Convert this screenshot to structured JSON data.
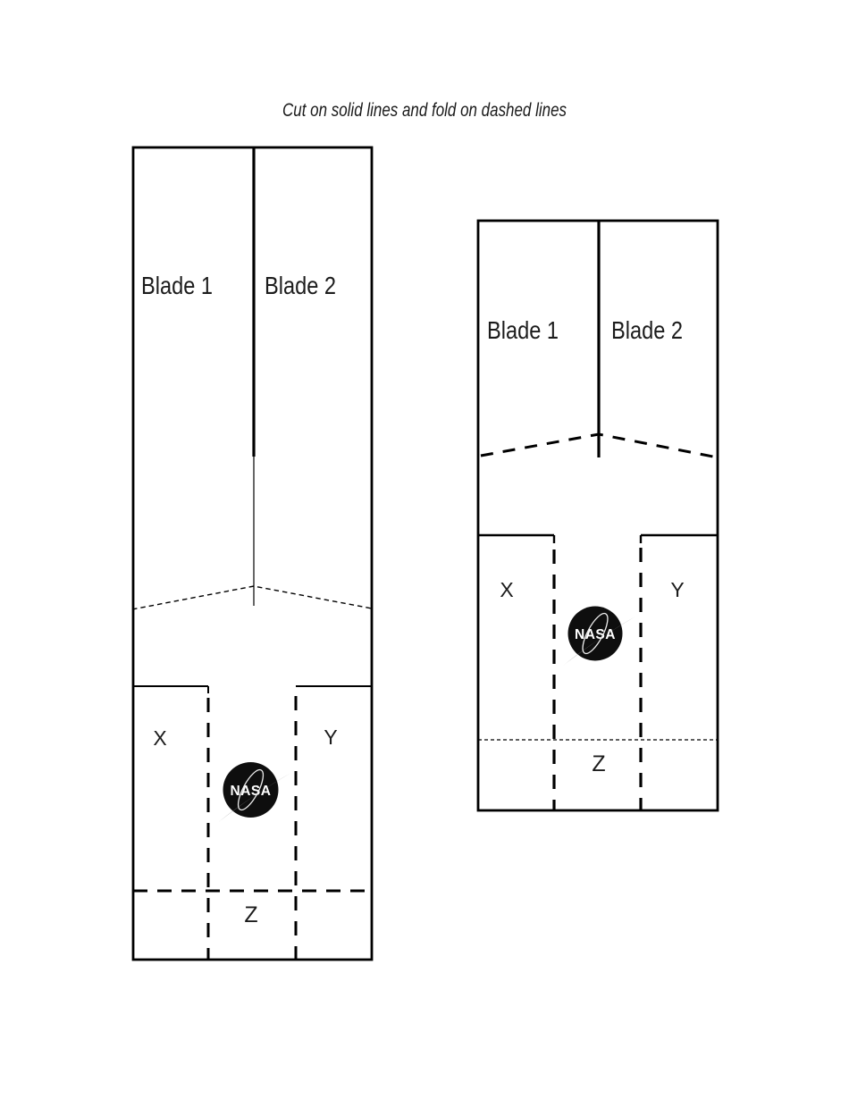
{
  "page": {
    "title": "Cut on solid lines and fold on dashed lines",
    "paper_color": "#ffffff",
    "ink_color": "#000000"
  },
  "left_template": {
    "blade1_label": "Blade 1",
    "blade2_label": "Blade 2",
    "flap_x_label": "X",
    "flap_y_label": "Y",
    "flap_z_label": "Z",
    "logo_text": "NASA"
  },
  "right_template": {
    "blade1_label": "Blade 1",
    "blade2_label": "Blade 2",
    "flap_x_label": "X",
    "flap_y_label": "Y",
    "flap_z_label": "Z",
    "logo_text": "NASA"
  },
  "logo_colors": {
    "disc": "#0e0e0e",
    "text": "#ffffff",
    "swoosh": "#8f8f8f",
    "orbit": "#ededed"
  }
}
